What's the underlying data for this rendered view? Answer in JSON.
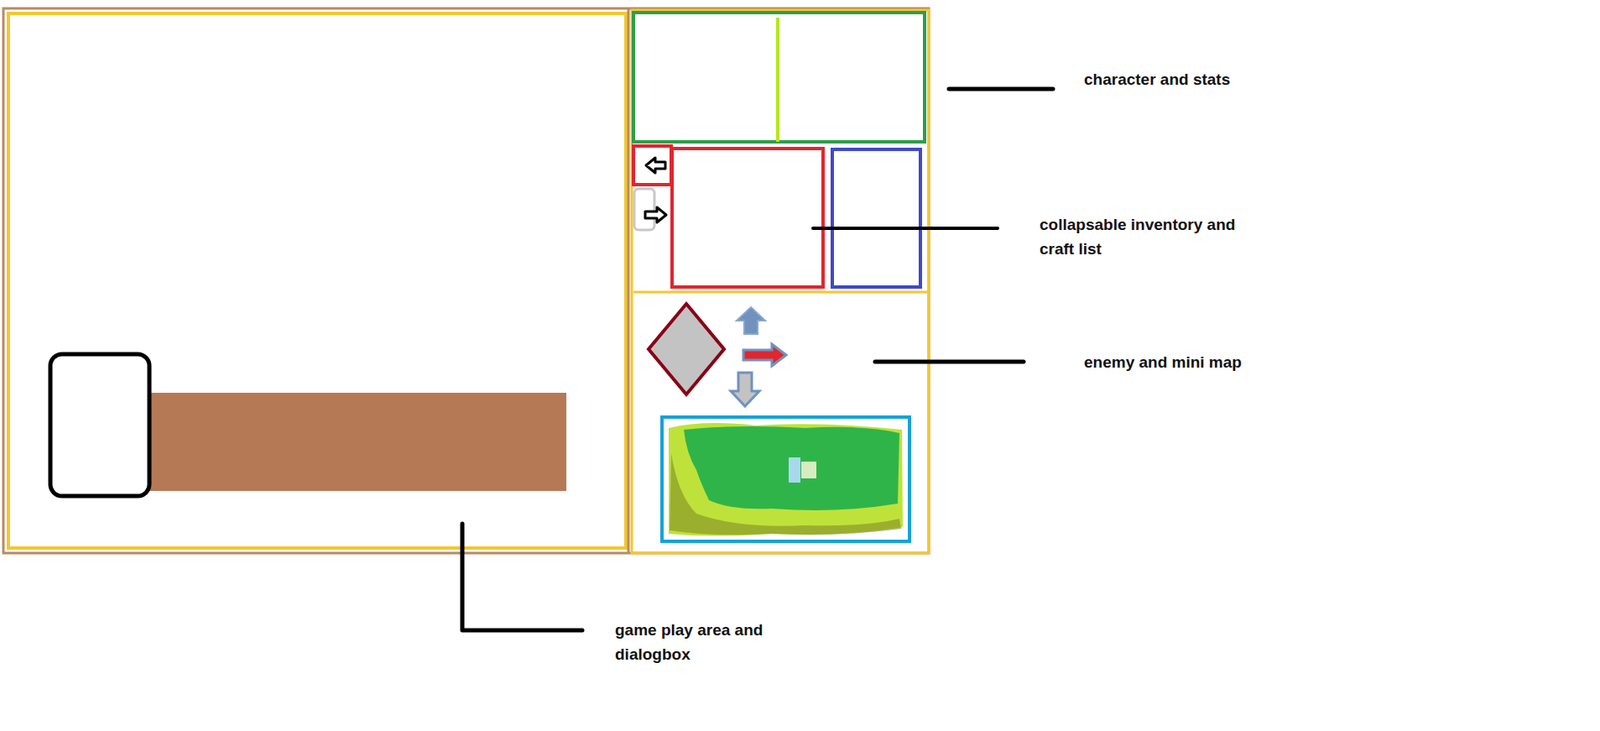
{
  "diagram": {
    "labels": [
      "character and stats",
      "collapsable inventory and craft list",
      "enemy and mini map",
      "game play area and dialogbox"
    ]
  }
}
